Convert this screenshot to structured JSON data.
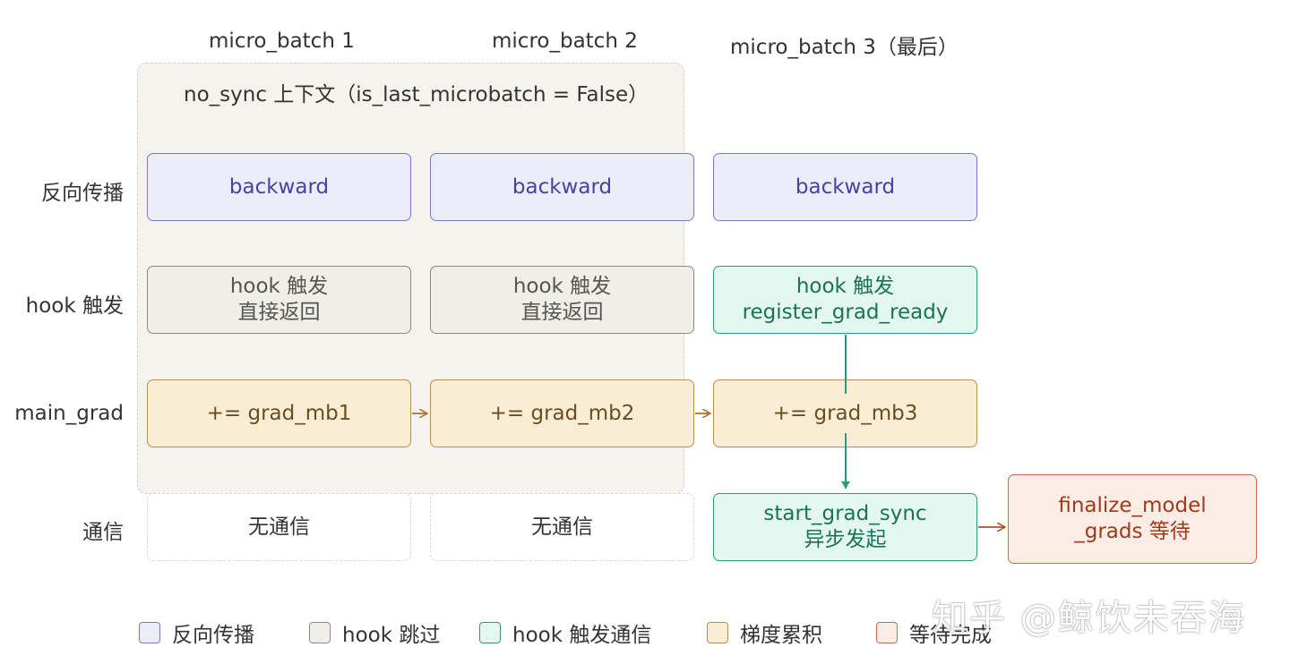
{
  "columns": [
    "micro_batch 1",
    "micro_batch 2",
    "micro_batch 3（最后）"
  ],
  "no_sync_title": "no_sync 上下文（is_last_microbatch = False）",
  "rows": [
    "反向传播",
    "hook 触发",
    "main_grad",
    "通信"
  ],
  "backward": [
    "backward",
    "backward",
    "backward"
  ],
  "hook": [
    {
      "line1": "hook 触发",
      "line2": "直接返回"
    },
    {
      "line1": "hook 触发",
      "line2": "直接返回"
    },
    {
      "line1": "hook 触发",
      "line2": "register_grad_ready"
    }
  ],
  "main_grad": [
    "+= grad_mb1",
    "+= grad_mb2",
    "+= grad_mb3"
  ],
  "comm": [
    {
      "line1": "无通信",
      "line2": ""
    },
    {
      "line1": "无通信",
      "line2": ""
    },
    {
      "line1": "start_grad_sync",
      "line2": "异步发起"
    }
  ],
  "finalize": {
    "line1": "finalize_model",
    "line2": "_grads 等待"
  },
  "legend": [
    {
      "label": "反向传播",
      "fill": "#ededfa",
      "stroke": "#7d78c4"
    },
    {
      "label": "hook 跳过",
      "fill": "#f0eee8",
      "stroke": "#8c8a82"
    },
    {
      "label": "hook 触发通信",
      "fill": "#e4f6f0",
      "stroke": "#2e9a78"
    },
    {
      "label": "梯度累积",
      "fill": "#faedd6",
      "stroke": "#b98d4f"
    },
    {
      "label": "等待完成",
      "fill": "#fbece5",
      "stroke": "#c96a4b"
    }
  ],
  "watermark": "知乎 @鲸饮未吞海",
  "colors": {
    "arrow_accum": "#a9753c",
    "arrow_sync": "#2e9a78",
    "arrow_finalize": "#b5512f"
  }
}
